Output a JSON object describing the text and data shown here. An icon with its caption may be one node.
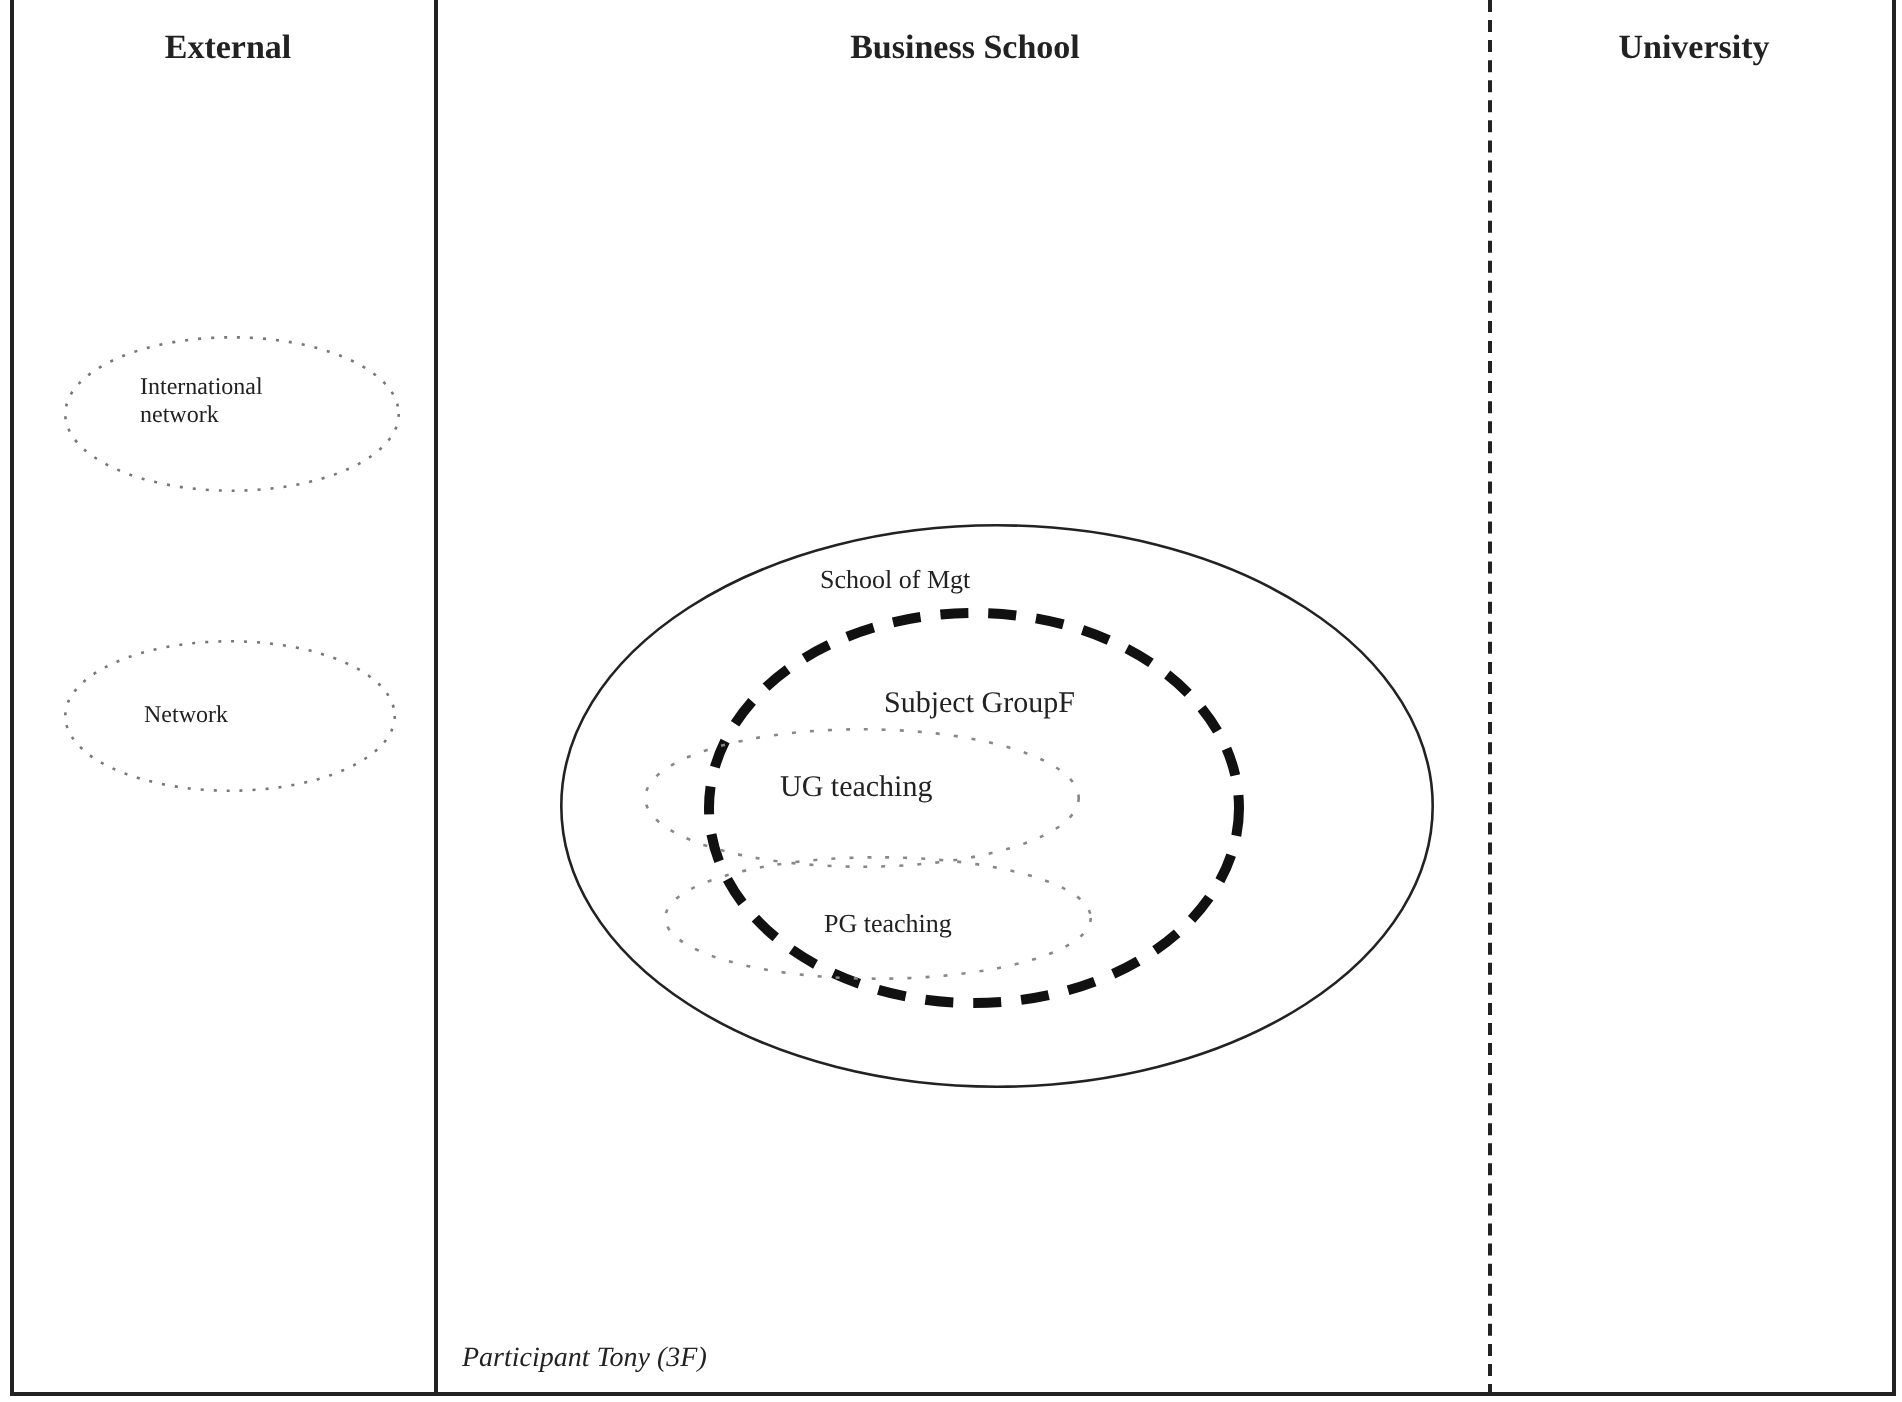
{
  "diagram": {
    "nodes": [
      {
        "text": [
          "External"
        ]
      },
      {
        "text": [
          "International network"
        ],
        "in": 0
      },
      {
        "text": [
          "Network"
        ],
        "in": 0
      },
      {
        "text": [
          "Business School"
        ]
      },
      {
        "text": [
          "School of Mgt"
        ],
        "in": 3
      },
      {
        "text": [
          "Subject GroupF"
        ],
        "in": 4
      },
      {
        "text": [
          "UG teaching"
        ],
        "in": 4
      },
      {
        "text": [
          "PG teaching"
        ],
        "in": 4
      },
      {
        "text": [
          "University"
        ]
      }
    ],
    "labels": [
      "Participant Tony (3F)"
    ]
  }
}
